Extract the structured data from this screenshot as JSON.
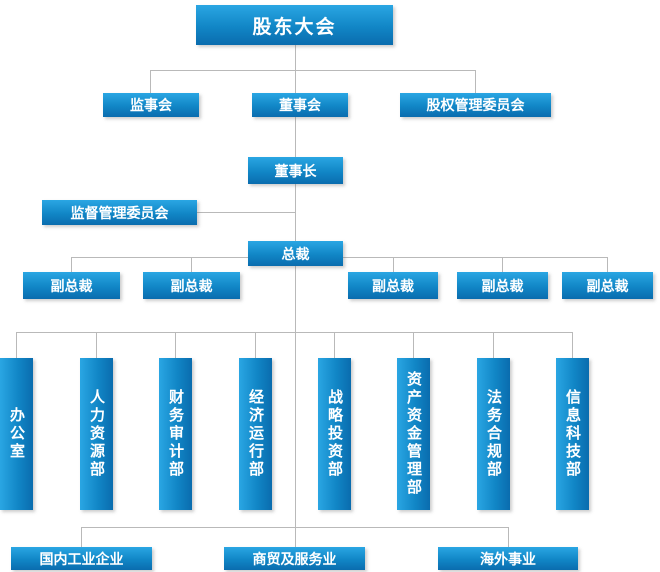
{
  "org_chart": {
    "root": "股东大会",
    "level2": [
      "监事会",
      "董事会",
      "股权管理委员会"
    ],
    "chairman": "董事长",
    "supervision_committee": "监督管理委员会",
    "president": "总裁",
    "vice_presidents": [
      "副总裁",
      "副总裁",
      "副总裁",
      "副总裁",
      "副总裁"
    ],
    "departments": [
      "办公室",
      "人力资源部",
      "财务审计部",
      "经济运行部",
      "战略投资部",
      "资产资金管理部",
      "法务合规部",
      "信息科技部"
    ],
    "business_units": [
      "国内工业企业",
      "商贸及服务业",
      "海外事业"
    ],
    "colors": {
      "box_gradient_top": "#2aa6e3",
      "box_gradient_bottom": "#0a6cae",
      "connector_line": "#b9b9b9",
      "text": "#ffffff",
      "background": "#ffffff"
    }
  }
}
